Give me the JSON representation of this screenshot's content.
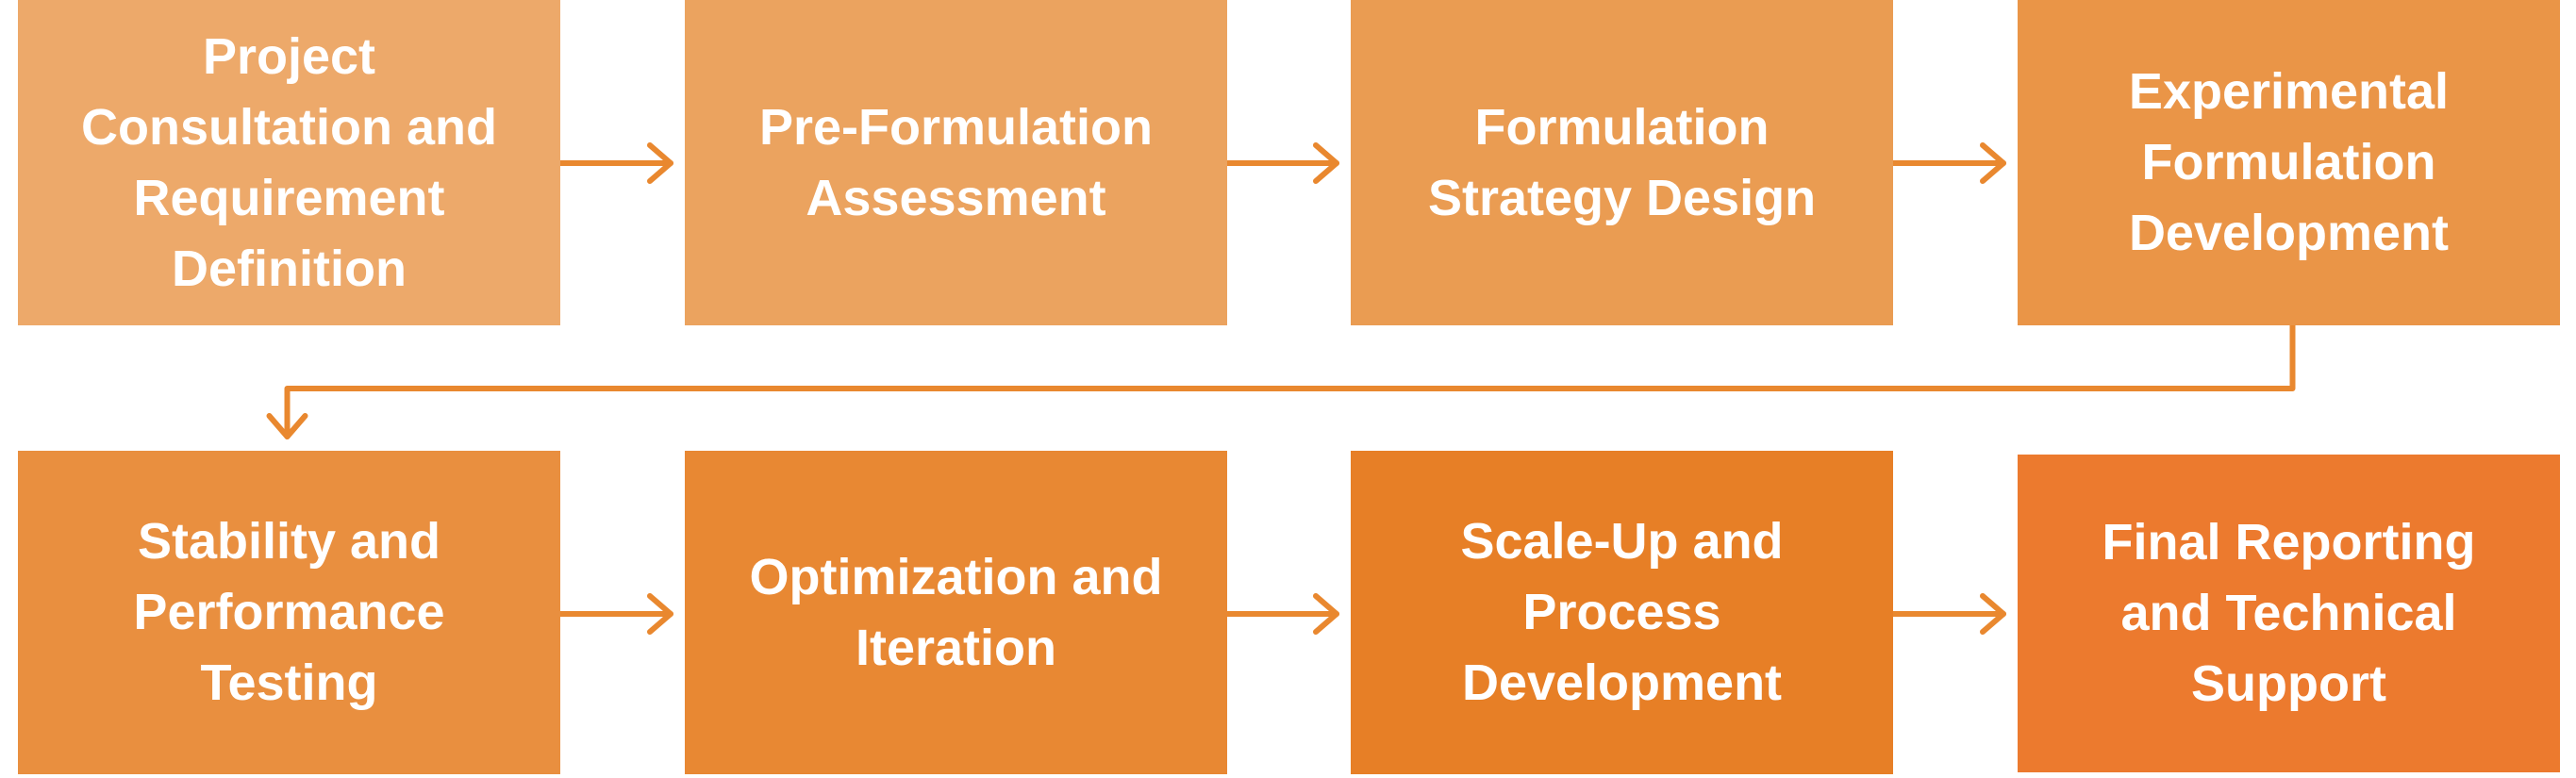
{
  "diagram": {
    "type": "process-flow",
    "arrow_color": "#E9882F",
    "steps": [
      {
        "id": "s1",
        "label": "Project Consultation and Requirement Definition",
        "lines": [
          "Project",
          "Consultation and",
          "Requirement",
          "Definition"
        ],
        "color": "#EDA96A"
      },
      {
        "id": "s2",
        "label": "Pre-Formulation Assessment",
        "lines": [
          "Pre-Formulation",
          "Assessment"
        ],
        "color": "#EBA35F"
      },
      {
        "id": "s3",
        "label": "Formulation Strategy Design",
        "lines": [
          "Formulation",
          "Strategy Design"
        ],
        "color": "#EA9C52"
      },
      {
        "id": "s4",
        "label": "Experimental Formulation Development",
        "lines": [
          "Experimental",
          "Formulation",
          "Development"
        ],
        "color": "#EA9547"
      },
      {
        "id": "s5",
        "label": "Stability and Performance Testing",
        "lines": [
          "Stability and",
          "Performance",
          "Testing"
        ],
        "color": "#E98F3F"
      },
      {
        "id": "s6",
        "label": "Optimization and Iteration",
        "lines": [
          "Optimization and",
          "Iteration"
        ],
        "color": "#E88833"
      },
      {
        "id": "s7",
        "label": "Scale-Up and Process Development",
        "lines": [
          "Scale-Up and",
          "Process",
          "Development"
        ],
        "color": "#E77F26"
      },
      {
        "id": "s8",
        "label": "Final Reporting and Technical Support",
        "lines": [
          "Final Reporting",
          "and Technical",
          "Support"
        ],
        "color": "#EC7A2E"
      }
    ],
    "connections": [
      {
        "from": "s1",
        "to": "s2"
      },
      {
        "from": "s2",
        "to": "s3"
      },
      {
        "from": "s3",
        "to": "s4"
      },
      {
        "from": "s4",
        "to": "s5"
      },
      {
        "from": "s5",
        "to": "s6"
      },
      {
        "from": "s6",
        "to": "s7"
      },
      {
        "from": "s7",
        "to": "s8"
      }
    ]
  }
}
